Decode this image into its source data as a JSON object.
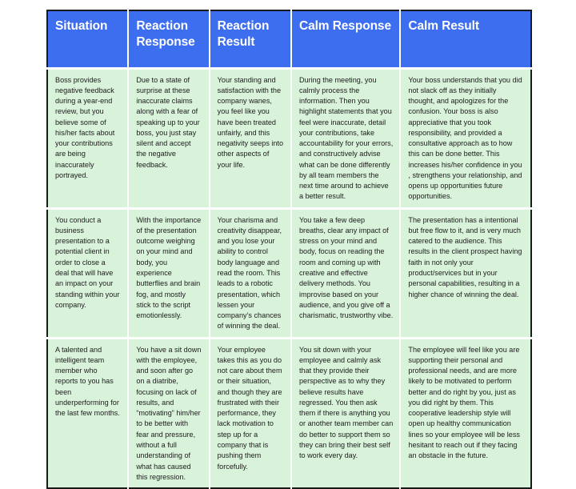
{
  "table": {
    "headers": [
      "Situation",
      "Reaction Response",
      "Reaction Result",
      "Calm Response",
      "Calm Result"
    ],
    "header_bg": "#3d6ef0",
    "header_text_color": "#ffffff",
    "cell_bg": "#d9f2da",
    "cell_text_color": "#1c1c1c",
    "border_color": "#1a1a1a",
    "grid_line_color": "#ffffff",
    "rows": [
      {
        "situation": "Boss provides negative feedback during a year-end review, but you believe some of his/her facts about your contributions are being inaccurately portrayed.",
        "reaction_response": "Due to a state of surprise at these inaccurate claims along with a fear of speaking up to your boss, you just stay silent and accept the negative feedback.",
        "reaction_result": "Your standing and satisfaction with the company wanes, you feel like you have been treated unfairly, and this negativity seeps into other aspects of your life.",
        "calm_response": "During the meeting, you calmly process the information. Then you highlight statements that you feel were inaccurate, detail your contributions, take accountability for your errors, and constructively advise what can be done differently by all team members the next time around to achieve a better result.",
        "calm_result": "Your boss understands that you did not slack off as they initially thought, and apologizes for the confusion. Your boss is also appreciative that you took responsibility, and provided a consultative approach as to how this can be done better. This increases his/her confidence in you , strengthens your relationship, and opens up opportunities future opportunities."
      },
      {
        "situation": "You conduct a business presentation to a potential client in order to close a deal that will have an impact on your standing within your company.",
        "reaction_response": "With the importance of the presentation outcome weighing on your mind and body, you experience butterflies and brain fog, and mostly stick to the script emotionlessly.",
        "reaction_result": "Your charisma and creativity disappear, and you lose your ability to control body language and read the room. This leads to a robotic presentation, which lessen your company’s chances of winning the deal.",
        "calm_response": "You take a few deep breaths, clear any impact of stress on your mind and body, focus on reading the room and coming up with creative and effective delivery methods. You improvise based on your audience, and you give off a charismatic, trustworthy vibe.",
        "calm_result": "The presentation has a intentional but free flow to it, and is very much catered to the audience. This results in the client prospect having faith in not only your product/services but in your personal capabilities, resulting in a higher chance of winning the deal."
      },
      {
        "situation": "A talented and intelligent team member who reports to you has been underperforming for the last few months.",
        "reaction_response": "You have a sit down with the employee, and soon after go on a diatribe, focusing on lack of results, and “motivating” him/her to be better with fear and pressure, without a full understanding of what has caused this regression.",
        "reaction_result": "Your employee takes this as you do not care about them or their situation, and though they are frustrated with their performance, they lack motivation to step up for a company that is pushing them forcefully.",
        "calm_response": "You sit down with your employee and calmly ask that they provide their perspective as to why they believe results have regressed. You then ask them if there is anything you or another team member can do better to support them so they can bring their best self to work every day.",
        "calm_result": "The employee will feel like you are supporting their personal and professional needs, and are more likely to be motivated to perform better and do right by you, just as you did right by them. This cooperative leadership style will open up healthy communication lines so your employee will  be less hesitant to reach out if they facing an obstacle in the future."
      }
    ]
  }
}
